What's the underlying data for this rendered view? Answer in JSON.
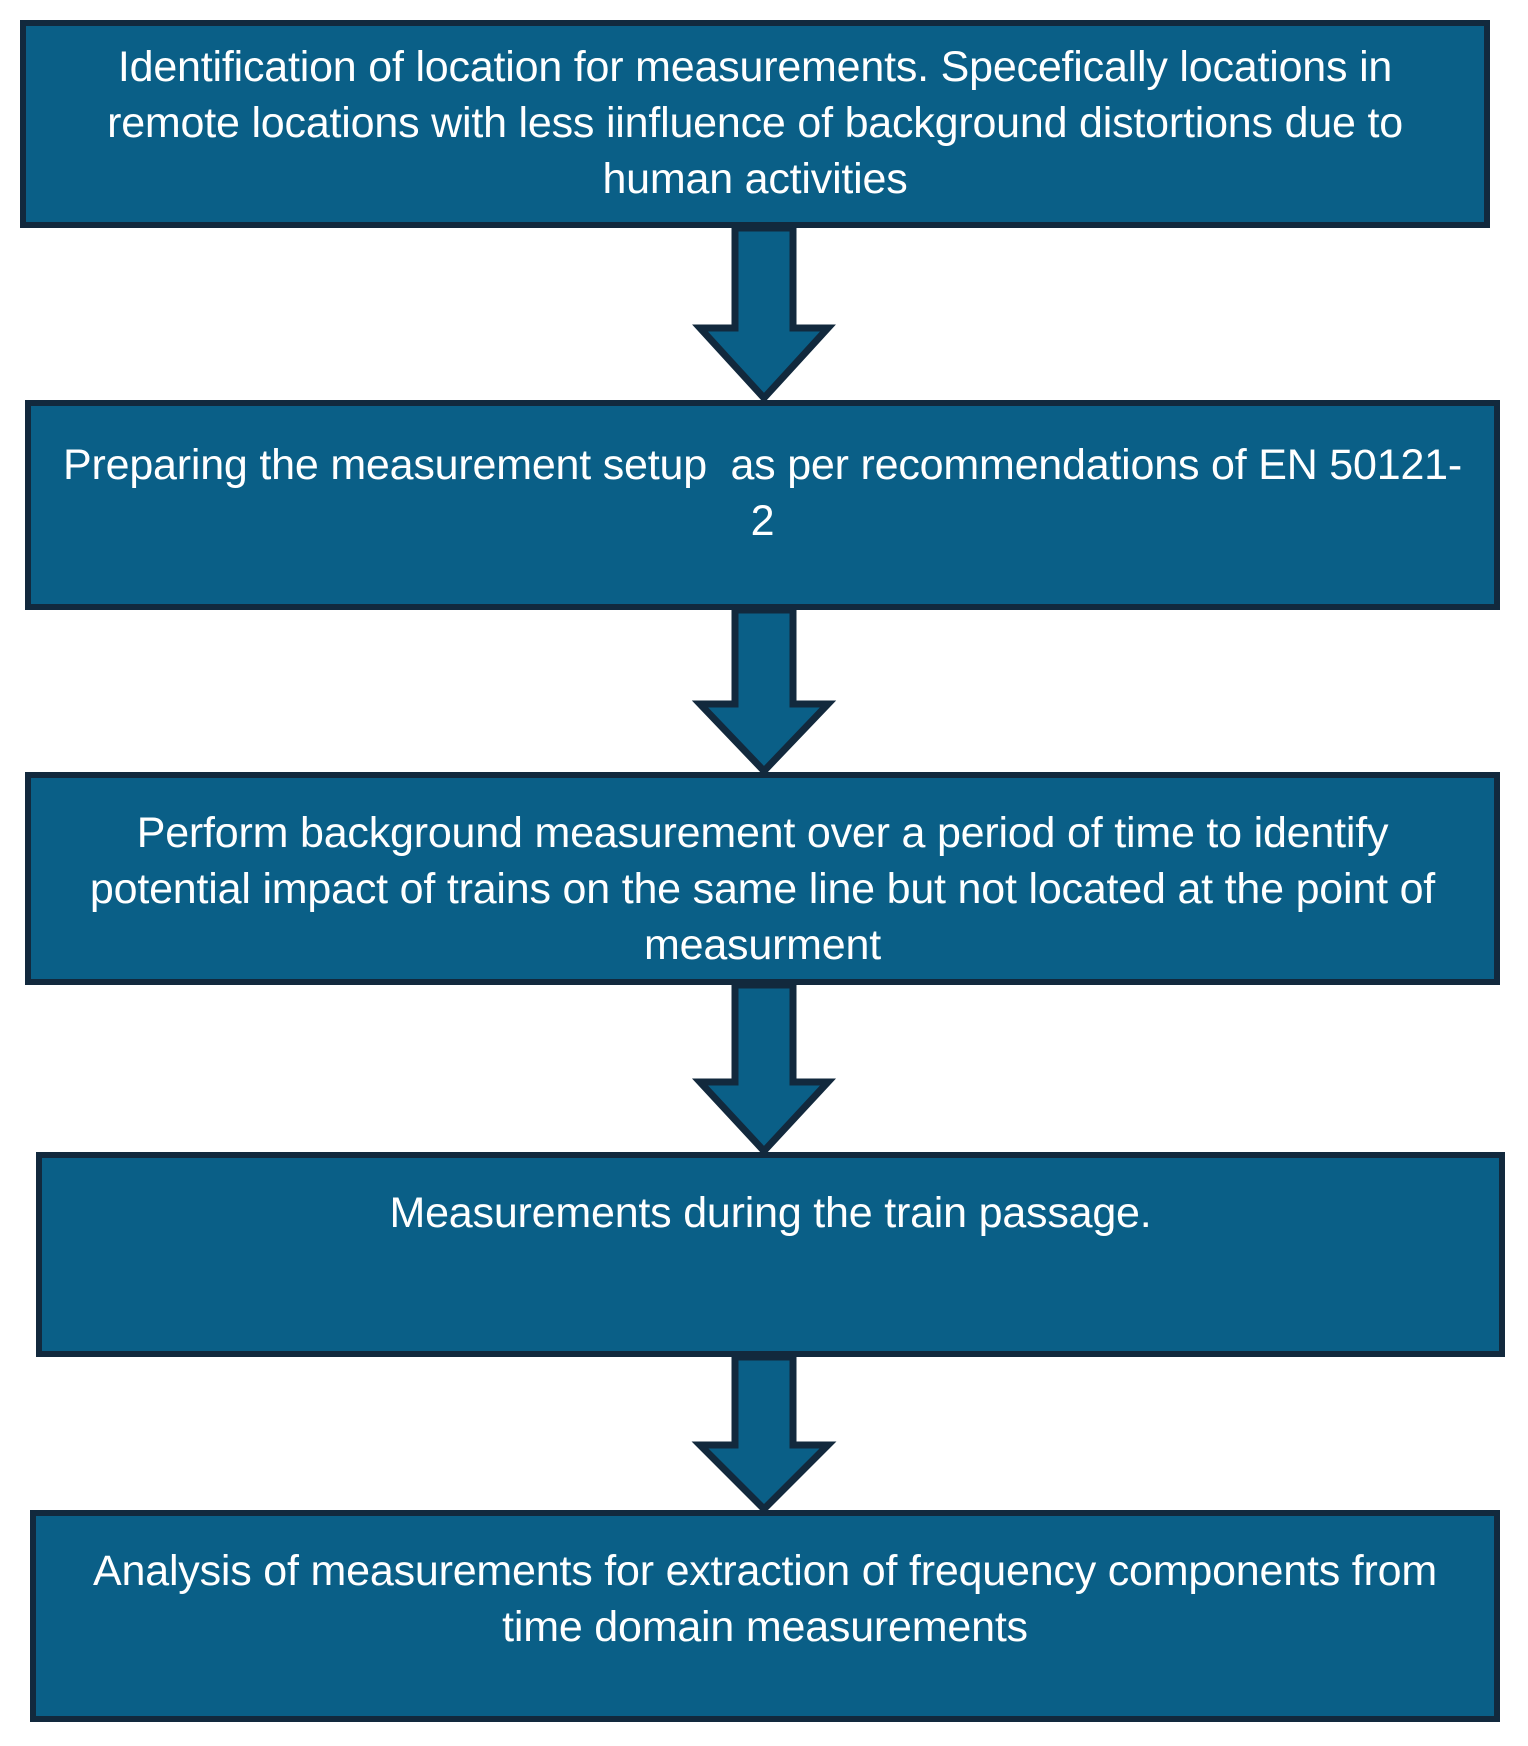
{
  "diagram": {
    "title": "Railway EMC measurement procedure flowchart",
    "orientation": "vertical top-to-bottom",
    "colors": {
      "node_fill": "#0a5f87",
      "node_border": "#12293d",
      "node_text": "#ffffff",
      "arrow_fill": "#0a5f87",
      "arrow_border": "#12293d",
      "background": "#ffffff"
    },
    "nodes": [
      {
        "id": "node-1",
        "step": 1,
        "text": "Identification of location for measurements. Specefically locations in remote locations with less iinfluence of background distortions due to human activities",
        "lines": [
          "Identification of location for measurements. Specefically",
          "locations in remote locations with less iinfluence of",
          "background distortions due to human activities"
        ]
      },
      {
        "id": "node-2",
        "step": 2,
        "text": "Preparing the measurement setup  as per recommendations of EN 50121-2",
        "lines": [
          "Preparing the measurement setup  as per recommendations",
          "of EN 50121-2"
        ]
      },
      {
        "id": "node-3",
        "step": 3,
        "text": "Perform background measurement over a period of time to identify potential impact of trains on the same line but not located at the point of measurment",
        "lines": [
          "Perform background measurement over a period of time to",
          "identify potential impact of trains on the same line but not",
          "located at the point of measurment"
        ]
      },
      {
        "id": "node-4",
        "step": 4,
        "text": "Measurements during the train passage.",
        "lines": [
          "Measurements during the train passage."
        ]
      },
      {
        "id": "node-5",
        "step": 5,
        "text": "Analysis of measurements for extraction of frequency components from time domain measurements",
        "lines": [
          "Analysis of measurements for extraction of frequency",
          "components from time domain measurements"
        ]
      }
    ],
    "connectors": [
      {
        "id": "arrow-1",
        "from": "node-1",
        "to": "node-2",
        "kind": "down-arrow"
      },
      {
        "id": "arrow-2",
        "from": "node-2",
        "to": "node-3",
        "kind": "down-arrow"
      },
      {
        "id": "arrow-3",
        "from": "node-3",
        "to": "node-4",
        "kind": "down-arrow"
      },
      {
        "id": "arrow-4",
        "from": "node-4",
        "to": "node-5",
        "kind": "down-arrow"
      }
    ]
  }
}
